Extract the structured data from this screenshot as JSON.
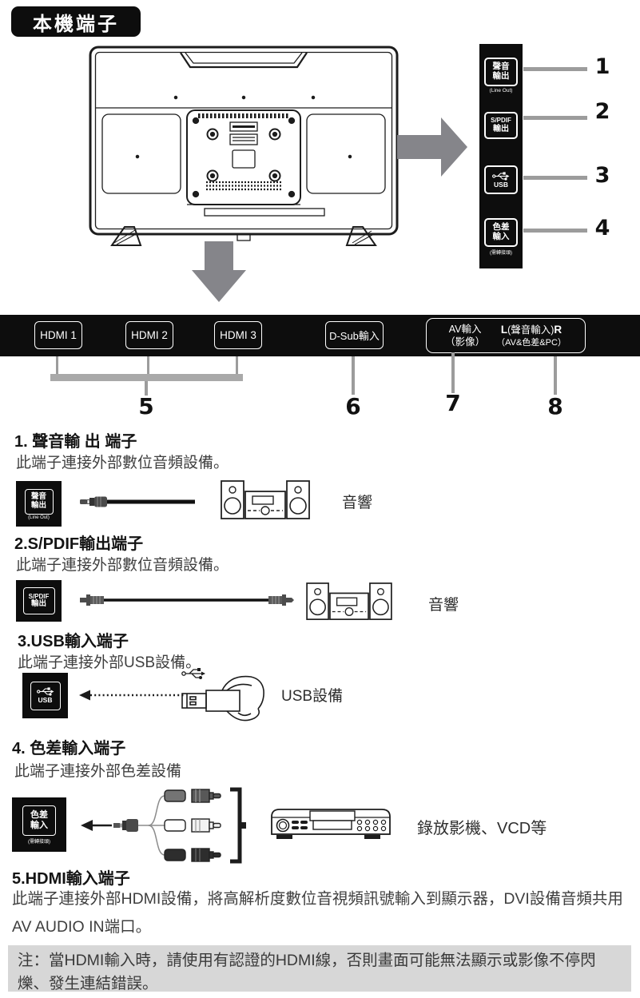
{
  "title": "本機端子",
  "side_panel": {
    "ports": [
      {
        "num": "1",
        "line1": "聲音",
        "line2": "輸出",
        "sub": "(Line Out)"
      },
      {
        "num": "2",
        "line1": "S/PDIF",
        "line2": "輸出",
        "sub": ""
      },
      {
        "num": "3",
        "line1": "",
        "line2": "USB",
        "sub": ""
      },
      {
        "num": "4",
        "line1": "色差",
        "line2": "輸入",
        "sub": "(需轉接頭)"
      }
    ]
  },
  "bottom_panel": {
    "hdmi1": "HDMI 1",
    "hdmi2": "HDMI 2",
    "hdmi3": "HDMI 3",
    "dsub": "D-Sub輸入",
    "av_line1": "AV輸入",
    "av_line2": "（影像）",
    "audio_l": "L",
    "audio_mid": "(聲音輸入)",
    "audio_r": "R",
    "audio_sub": "（AV&色差&PC）",
    "num5": "5",
    "num6": "6",
    "num7": "7",
    "num8": "8"
  },
  "sections": {
    "s1": {
      "heading": "1. 聲音輸 出 端子",
      "body": "此端子連接外部數位音頻設備。",
      "port_line1": "聲音",
      "port_line2": "輸出",
      "port_sub": "(Line Out)",
      "device": "音響"
    },
    "s2": {
      "heading": "2.S/PDIF輸出端子",
      "body": "此端子連接外部數位音頻設備。",
      "port_line1": "S/PDIF",
      "port_line2": "輸出",
      "device": "音響"
    },
    "s3": {
      "heading": "3.USB輸入端子",
      "body": "此端子連接外部USB設備。",
      "port_line2": "USB",
      "device": "USB設備"
    },
    "s4": {
      "heading": "4. 色差輸入端子",
      "body": "此端子連接外部色差設備",
      "port_line1": "色差",
      "port_line2": "輸入",
      "port_sub": "(需轉接頭)",
      "device": "錄放影機、VCD等"
    },
    "s5": {
      "heading": "5.HDMI輸入端子",
      "body": "此端子連接外部HDMI設備，將高解析度數位音視頻訊號輸入到顯示器，DVI設備音頻共用AV AUDIO IN端口。"
    }
  },
  "note": "注：當HDMI輸入時，請使用有認證的HDMI線，否則畫面可能無法顯示或影像不停閃爍、發生連結錯誤。",
  "colors": {
    "arrow_gray": "#85858a",
    "leader_gray": "#9c9c9c",
    "note_bg": "#d7d7d7",
    "panel_black": "#0d0d0d"
  }
}
